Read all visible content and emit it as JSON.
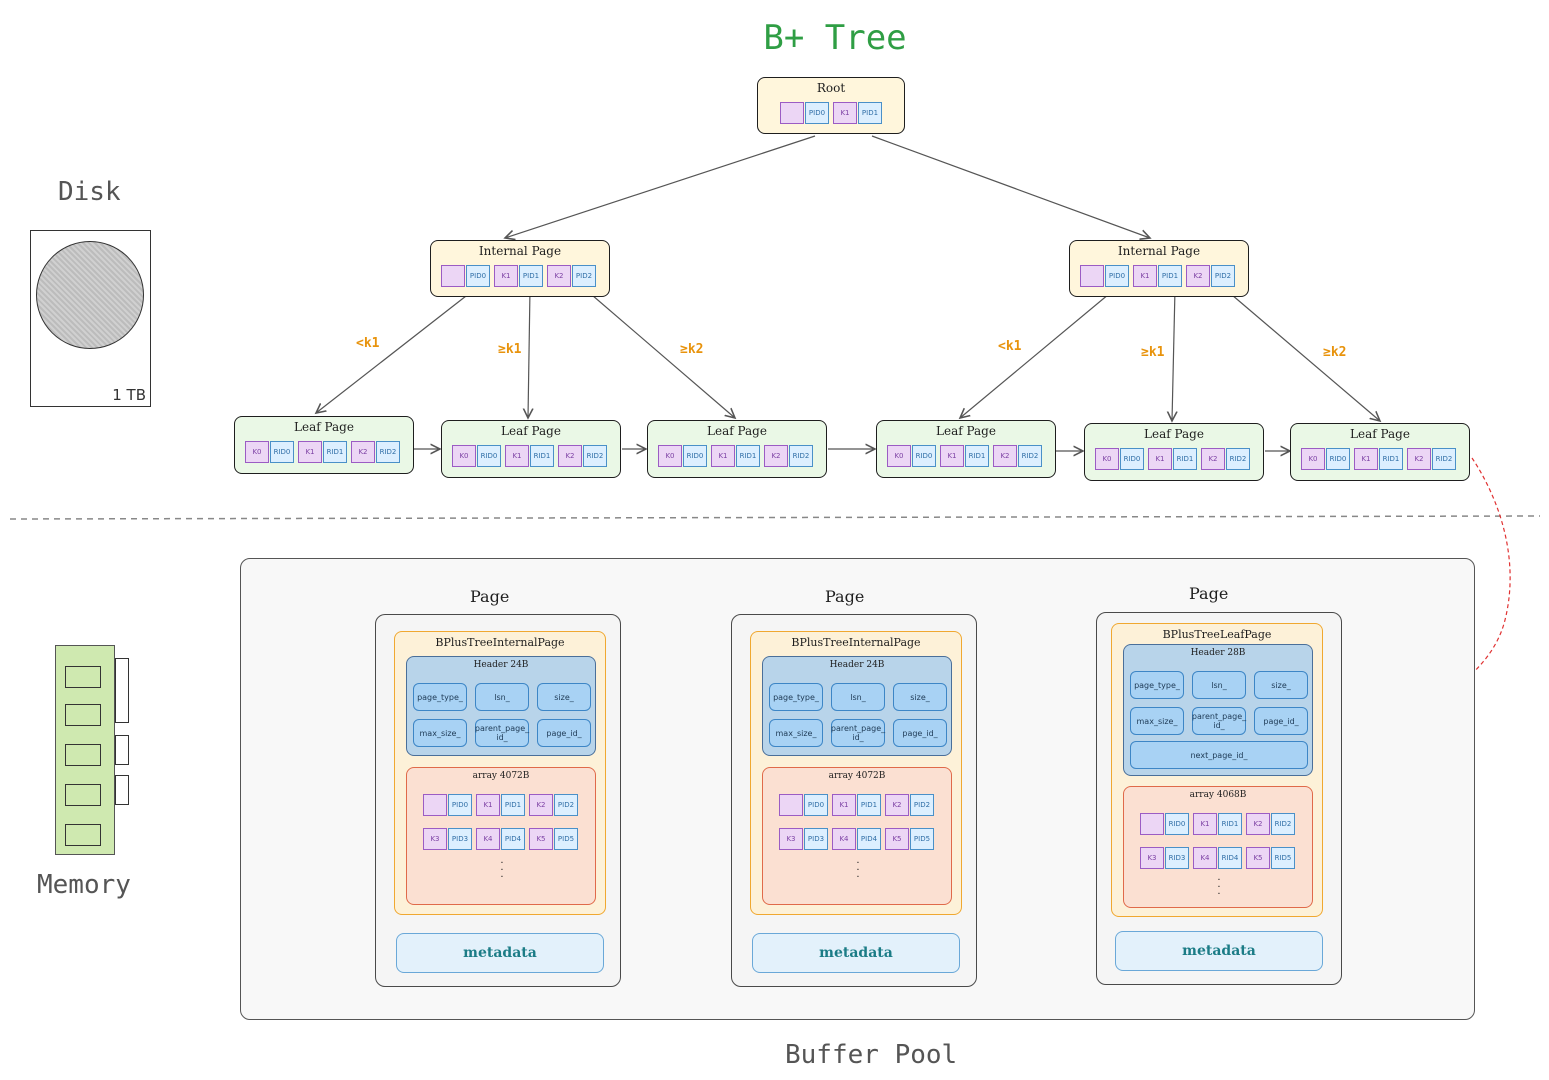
{
  "title": "B+ Tree",
  "disk": {
    "label": "Disk",
    "capacity": "1 TB"
  },
  "memory": {
    "label": "Memory"
  },
  "buffer_pool": {
    "label": "Buffer Pool"
  },
  "root": {
    "label": "Root",
    "cells": [
      "",
      "PID0",
      "K1",
      "PID1"
    ]
  },
  "internal_pages": [
    {
      "label": "Internal Page",
      "cells": [
        "",
        "PID0",
        "K1",
        "PID1",
        "K2",
        "PID2"
      ]
    },
    {
      "label": "Internal Page",
      "cells": [
        "",
        "PID0",
        "K1",
        "PID1",
        "K2",
        "PID2"
      ]
    }
  ],
  "leaf_pages": [
    {
      "label": "Leaf Page",
      "cells": [
        "K0",
        "RID0",
        "K1",
        "RID1",
        "K2",
        "RID2"
      ]
    },
    {
      "label": "Leaf Page",
      "cells": [
        "K0",
        "RID0",
        "K1",
        "RID1",
        "K2",
        "RID2"
      ]
    },
    {
      "label": "Leaf Page",
      "cells": [
        "K0",
        "RID0",
        "K1",
        "RID1",
        "K2",
        "RID2"
      ]
    },
    {
      "label": "Leaf Page",
      "cells": [
        "K0",
        "RID0",
        "K1",
        "RID1",
        "K2",
        "RID2"
      ]
    },
    {
      "label": "Leaf Page",
      "cells": [
        "K0",
        "RID0",
        "K1",
        "RID1",
        "K2",
        "RID2"
      ]
    },
    {
      "label": "Leaf Page",
      "cells": [
        "K0",
        "RID0",
        "K1",
        "RID1",
        "K2",
        "RID2"
      ]
    }
  ],
  "edge_labels": [
    "<k1",
    "≥k1",
    "≥k2"
  ],
  "pages": [
    {
      "label": "Page",
      "type": "BPlusTreeInternalPage",
      "header": "Header 24B",
      "fields": [
        "page_type_",
        "lsn_",
        "size_",
        "max_size_",
        "parent_page_ id_",
        "page_id_"
      ],
      "array": "array 4072B",
      "row1": [
        "",
        "PID0",
        "K1",
        "PID1",
        "K2",
        "PID2"
      ],
      "row2": [
        "K3",
        "PID3",
        "K4",
        "PID4",
        "K5",
        "PID5"
      ],
      "metadata": "metadata"
    },
    {
      "label": "Page",
      "type": "BPlusTreeInternalPage",
      "header": "Header 24B",
      "fields": [
        "page_type_",
        "lsn_",
        "size_",
        "max_size_",
        "parent_page_ id_",
        "page_id_"
      ],
      "array": "array 4072B",
      "row1": [
        "",
        "PID0",
        "K1",
        "PID1",
        "K2",
        "PID2"
      ],
      "row2": [
        "K3",
        "PID3",
        "K4",
        "PID4",
        "K5",
        "PID5"
      ],
      "metadata": "metadata"
    },
    {
      "label": "Page",
      "type": "BPlusTreeLeafPage",
      "header": "Header 28B",
      "fields": [
        "page_type_",
        "lsn_",
        "size_",
        "max_size_",
        "parent_page_ id_",
        "page_id_",
        "next_page_id_"
      ],
      "array": "array 4068B",
      "row1": [
        "",
        "RID0",
        "K1",
        "RID1",
        "K2",
        "RID2"
      ],
      "row2": [
        "K3",
        "RID3",
        "K4",
        "RID4",
        "K5",
        "RID5"
      ],
      "metadata": "metadata"
    }
  ],
  "colors": {
    "title": "#2f9e44",
    "internal_fill": "#fff6dc",
    "leaf_fill": "#eaf8e6",
    "key_cell": "#ecd6f5",
    "value_cell": "#dcefff",
    "edge_label": "#e8930c",
    "dashed_arrow": "#e03131",
    "metadata_text": "#1b7c86"
  }
}
